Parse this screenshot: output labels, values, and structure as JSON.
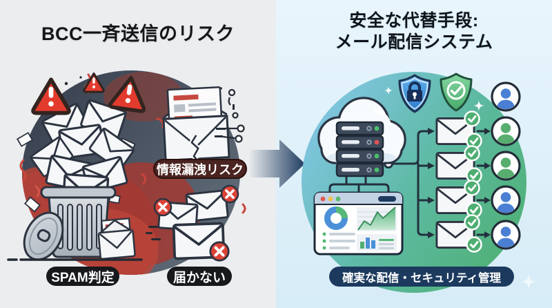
{
  "page": {
    "left_title": "BCC一斉送信のリスク",
    "right_title_line1": "安全な代替手段:",
    "right_title_line2": "メール配信システム"
  },
  "labels": {
    "leak_risk": "情報漏洩リスク",
    "spam": "SPAM判定",
    "undelivered": "届かない",
    "secure_delivery": "確実な配信・セキュリティ管理"
  },
  "icons": {
    "warning": "triangle-exclamation",
    "trash": "trash-can-with-lid",
    "envelope": "envelope",
    "torn_envelope": "torn-open-envelope",
    "cross_badge": "x-circle",
    "check_badge": "check-circle",
    "lock_shield": "shield-lock",
    "check_shield": "shield-check",
    "cloud_server": "cloud-with-server-rack",
    "dashboard": "analytics-browser-window",
    "recipient": "user-avatar",
    "arrow": "right-arrow",
    "sparkle": "four-point-sparkle"
  },
  "colors": {
    "left_bg": "#ecedef",
    "right_bg_top": "#e7f5fc",
    "right_bg_bottom": "#d7ecf7",
    "danger_red": "#e23b2d",
    "dark_circle": "#3c4450",
    "risk_red_blob": "#a23a32",
    "safe_blue": "#82c5ea",
    "safe_green": "#4fb074",
    "accent_blue": "#4a90d9",
    "accent_green": "#4fae72",
    "navy": "#1c3a5e",
    "black_pill": "#17191c",
    "maroon_pill": "#4b2421"
  },
  "right_detail": {
    "recipient_colors": [
      "blue",
      "green",
      "green",
      "blue",
      "blue"
    ],
    "server_led_colors": [
      "green",
      "red",
      "green",
      "green"
    ],
    "delivery_rows": 4
  }
}
